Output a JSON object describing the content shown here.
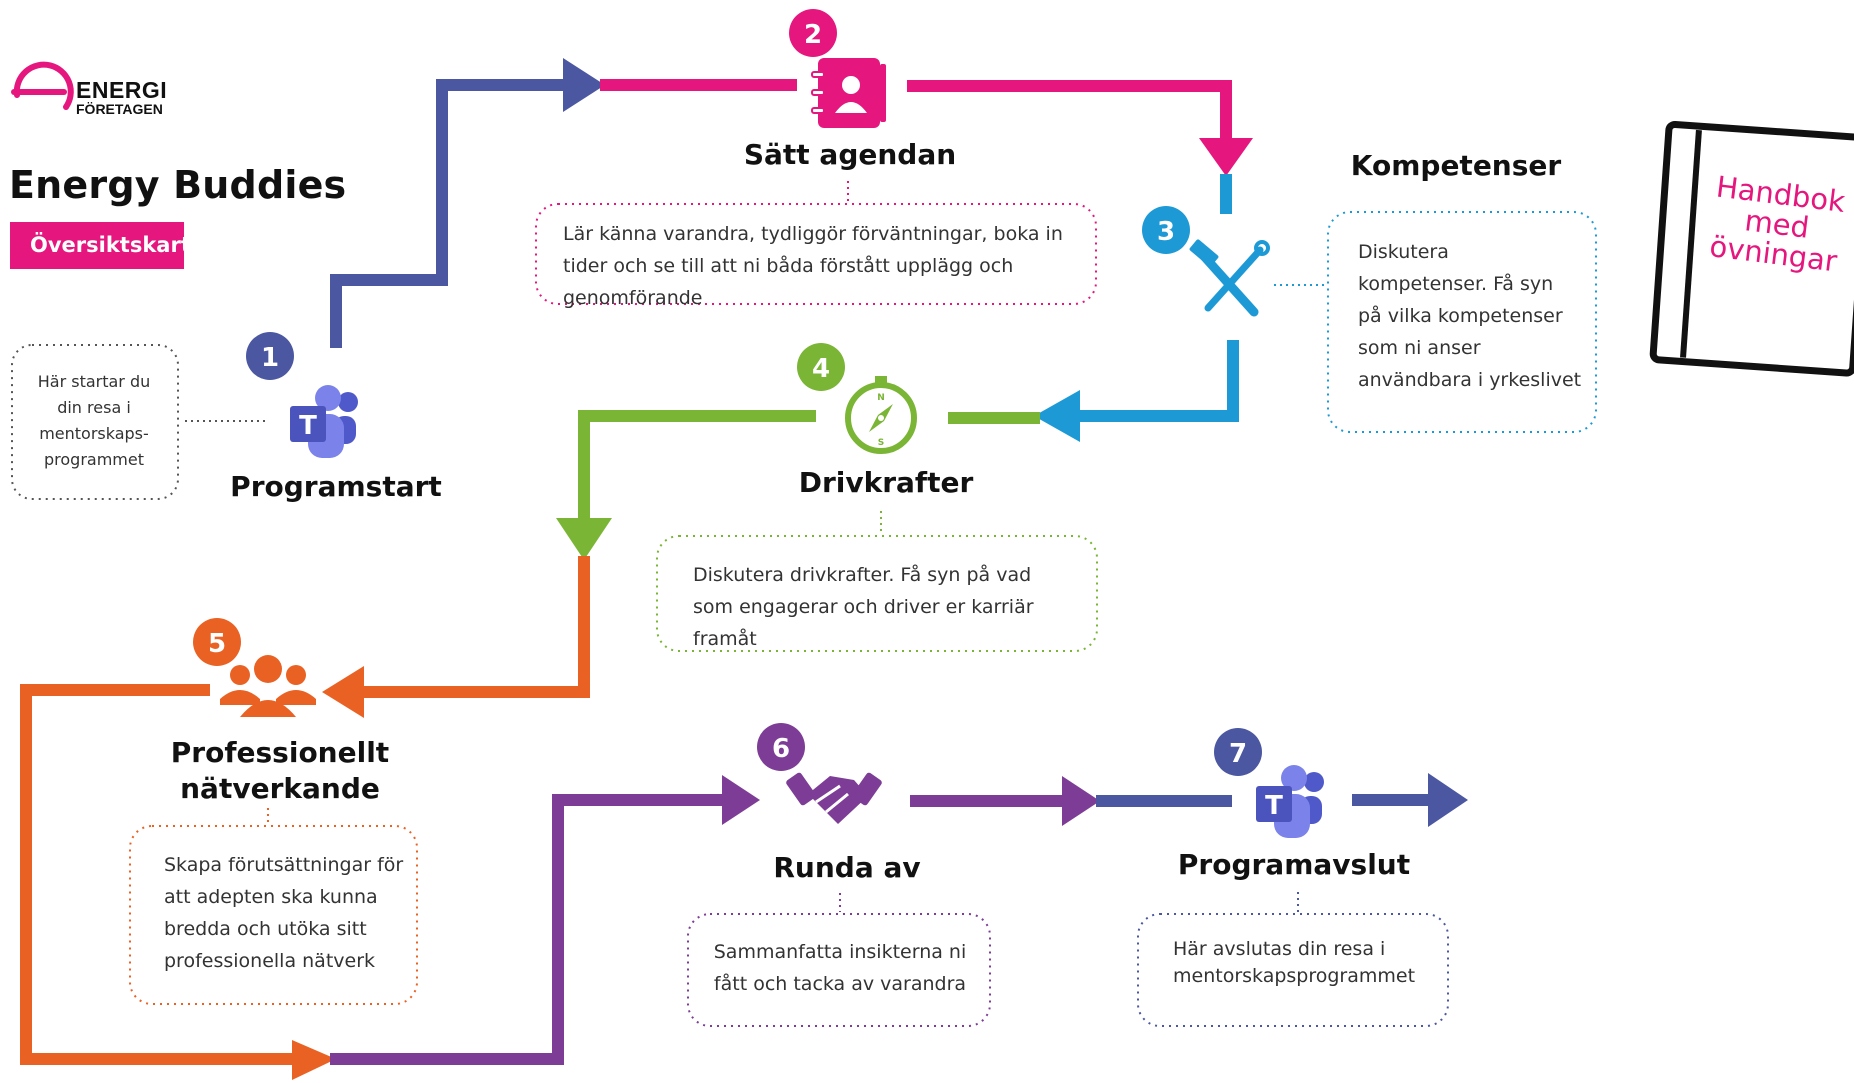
{
  "logo": {
    "line1": "ENERGI",
    "line2": "FÖRETAGEN"
  },
  "header": {
    "title": "Energy Buddies",
    "subtitle": "Översiktskarta"
  },
  "intro_note": "Här startar du din resa i mentorskaps-programmet",
  "handbook": {
    "label": "Handbok med övningar"
  },
  "colors": {
    "pink": "#e5177e",
    "navy": "#4b57a1",
    "blue": "#1d9ad6",
    "green": "#7ab535",
    "orange": "#ea6223",
    "purple": "#7d3d96",
    "teams": "#5059c9"
  },
  "steps": [
    {
      "number": "1",
      "title": "Programstart",
      "icon": "teams-icon",
      "color": "#4b57a1",
      "description": ""
    },
    {
      "number": "2",
      "title": "Sätt agendan",
      "icon": "contact-book-icon",
      "color": "#e5177e",
      "description": "Lär känna varandra, tydliggör förväntningar, boka in tider och se till att ni båda förstått upplägg och genomförande"
    },
    {
      "number": "3",
      "title": "Kompetenser",
      "icon": "tools-icon",
      "color": "#1d9ad6",
      "description": "Diskutera kompetenser. Få syn på vilka kompetenser som ni anser användbara i yrkeslivet"
    },
    {
      "number": "4",
      "title": "Drivkrafter",
      "icon": "compass-icon",
      "color": "#7ab535",
      "description": "Diskutera drivkrafter. Få syn på vad som engagerar och driver er karriär framåt"
    },
    {
      "number": "5",
      "title": "Professionellt nätverkande",
      "icon": "group-icon",
      "color": "#ea6223",
      "description": "Skapa förutsättningar för att adepten ska kunna bredda och utöka sitt professionella nätverk"
    },
    {
      "number": "6",
      "title": "Runda av",
      "icon": "handshake-icon",
      "color": "#7d3d96",
      "description": "Sammanfatta insikterna ni fått och tacka av varandra"
    },
    {
      "number": "7",
      "title": "Programavslut",
      "icon": "teams-icon",
      "color": "#4b57a1",
      "description": "Här avslutas din resa i mentorskapsprogrammet"
    }
  ]
}
